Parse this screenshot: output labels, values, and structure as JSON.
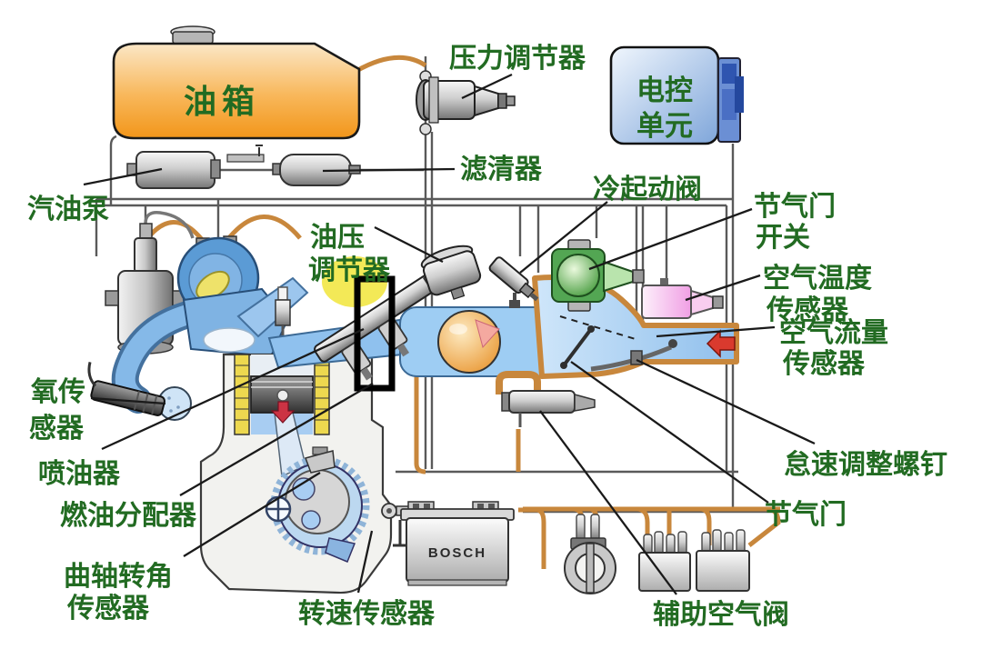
{
  "diagram": {
    "title_context": "电控燃油喷射系统示意图",
    "colors": {
      "label": "#226b22",
      "background": "#ffffff",
      "tank_orange": "#f59d1c",
      "ecu_blue": "#8fb3e0",
      "engine_blue": "#7fb3e3",
      "metal_gray": "#b5b5b5",
      "fuel_line_tan": "#c8873c",
      "throttle_switch_green": "#37932f",
      "air_temp_sensor_pink": "#f09fe4",
      "plenum_sphere_orange": "#e78f25",
      "cylinder_wall_yellow": "#edd84f",
      "air_inlet_arrow_red": "#d93a2e",
      "highlight_box_black": "#000000",
      "highlight_yellow": "#f2e84e"
    },
    "labels": {
      "fuel_tank": "油箱",
      "pressure_regulator": "压力调节器",
      "ecu_line1": "电控",
      "ecu_line2": "单元",
      "fuel_pump": "汽油泵",
      "fuel_filter": "滤清器",
      "cold_start_valve": "冷起动阀",
      "throttle_switch_line1": "节气门",
      "throttle_switch_line2": "开关",
      "air_temp_sensor_line1": "空气温度",
      "air_temp_sensor_line2": "传感器",
      "air_flow_sensor_line1": "空气流量",
      "air_flow_sensor_line2": "传感器",
      "oil_pressure_regulator_line1": "油压",
      "oil_pressure_regulator_line2": "调节器",
      "oxygen_sensor_line1": "氧传",
      "oxygen_sensor_line2": "感器",
      "injector": "喷油器",
      "fuel_distributor": "燃油分配器",
      "crank_angle_sensor_line1": "曲轴转角",
      "crank_angle_sensor_line2": "传感器",
      "speed_sensor": "转速传感器",
      "aux_air_valve": "辅助空气阀",
      "throttle": "节气门",
      "idle_adjust_screw": "怠速调整螺钉",
      "battery_brand": "BOSCH"
    }
  }
}
